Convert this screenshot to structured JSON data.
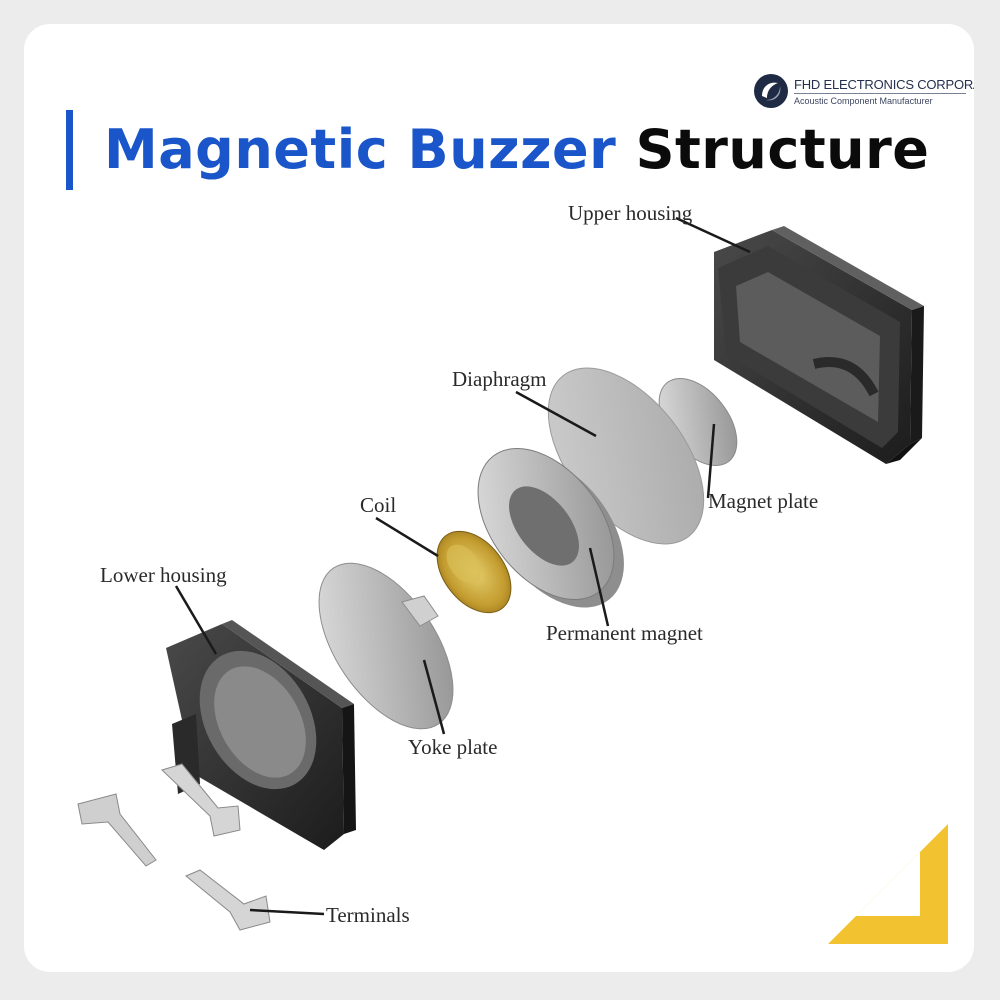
{
  "title": {
    "part1": "Magnetic Buzzer",
    "part2": "Structure"
  },
  "brand": {
    "name": "FHD ELECTRONICS CORPORATION",
    "tagline": "Acoustic Component Manufacturer"
  },
  "labels": {
    "upper_housing": "Upper housing",
    "diaphragm": "Diaphragm",
    "magnet_plate": "Magnet plate",
    "coil": "Coil",
    "permanent_magnet": "Permanent magnet",
    "lower_housing": "Lower housing",
    "yoke_plate": "Yoke plate",
    "terminals": "Terminals"
  },
  "colors": {
    "accent_blue": "#1a56c9",
    "accent_yellow": "#f2c230",
    "housing": "#2b2b2b",
    "coil_gold": "#c9a73a",
    "metal": "#b9b9b9"
  }
}
